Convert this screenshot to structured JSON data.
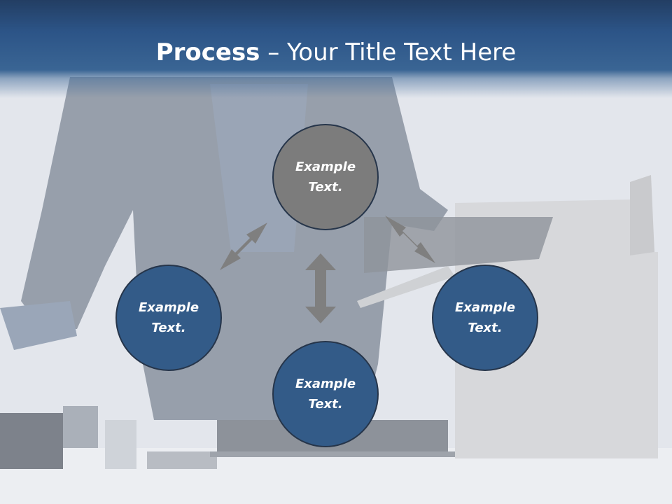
{
  "title": {
    "bold": "Process",
    "rest": " – Your Title Text Here"
  },
  "nodes": [
    {
      "id": "top",
      "line1": "Example",
      "line2": "Text.",
      "fill": "#7c7c7c"
    },
    {
      "id": "left",
      "line1": "Example",
      "line2": "Text.",
      "fill": "#335b88"
    },
    {
      "id": "right",
      "line1": "Example",
      "line2": "Text.",
      "fill": "#335b88"
    },
    {
      "id": "bottom",
      "line1": "Example",
      "line2": "Text.",
      "fill": "#335b88"
    }
  ],
  "colors": {
    "header": "#2c5487",
    "arrow": "#7f7f7f",
    "node_border": "#26354a"
  }
}
